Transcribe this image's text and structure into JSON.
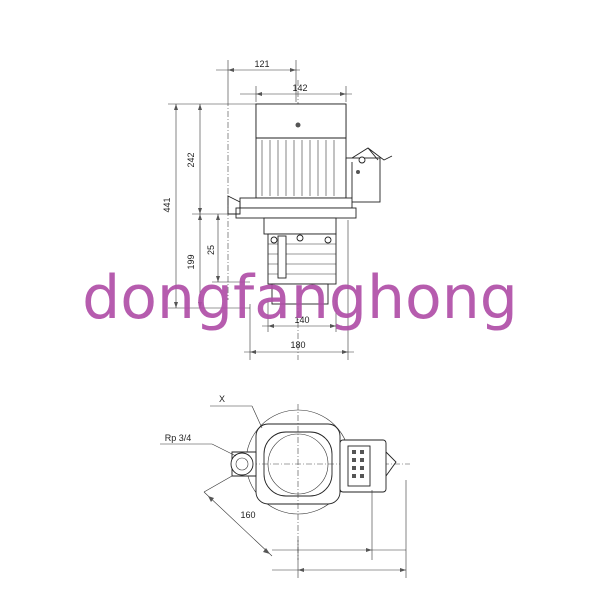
{
  "drawing": {
    "top_view": {
      "dim_121": "121",
      "dim_142": "142",
      "dim_441": "441",
      "dim_242": "242",
      "dim_199": "199",
      "dim_25": "25",
      "dim_140": "140",
      "dim_180": "180"
    },
    "bottom_view": {
      "label_x": "X",
      "label_rp": "Rp 3/4",
      "dim_160": "160"
    }
  },
  "watermark": "dongfanghong"
}
